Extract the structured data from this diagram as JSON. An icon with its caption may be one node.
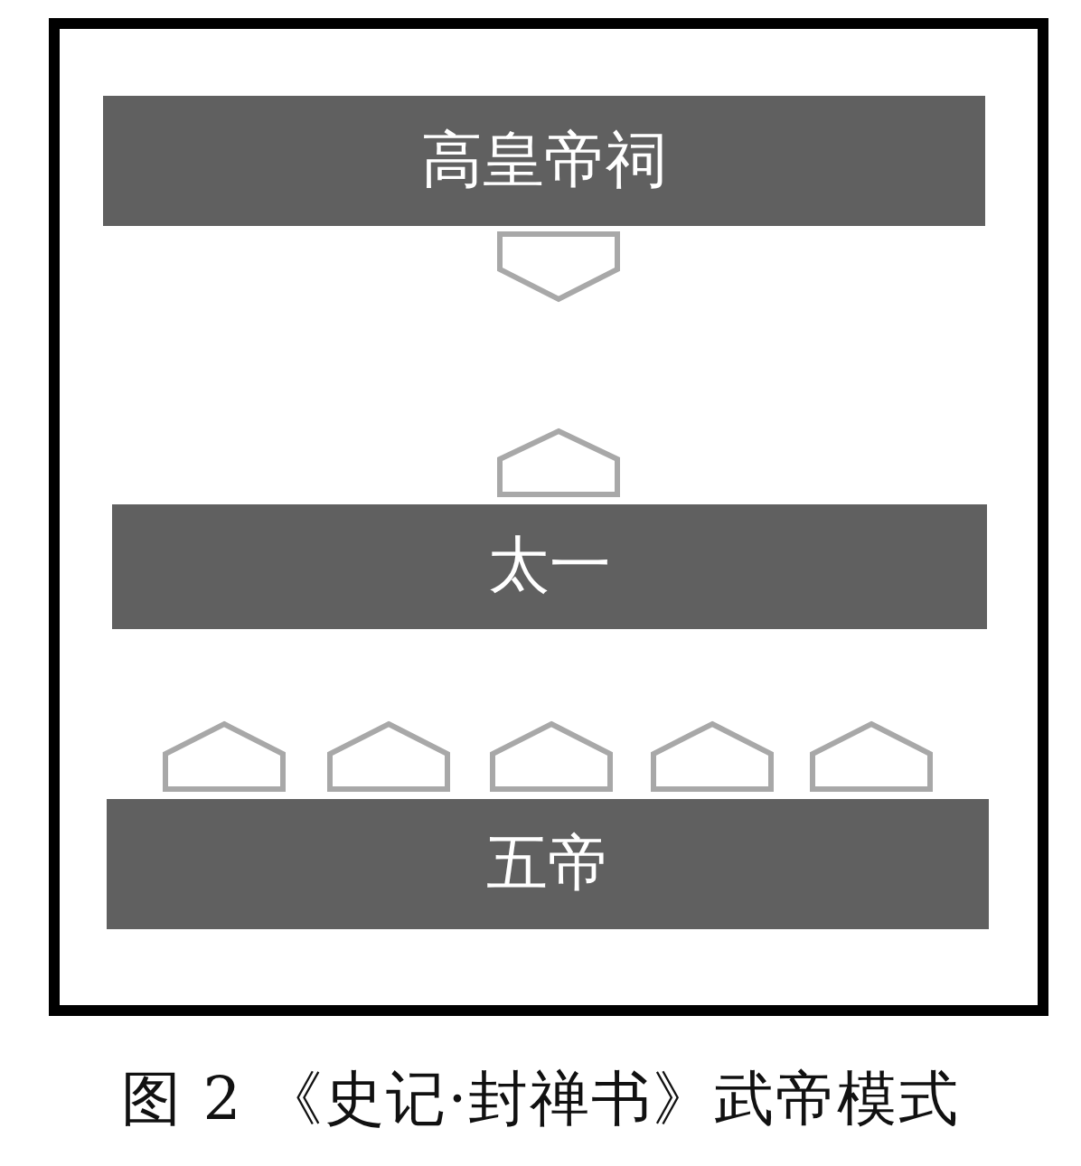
{
  "diagram": {
    "caption": "图 2 《史记·封禅书》武帝模式",
    "nodes": [
      {
        "text": [
          "高皇帝祠"
        ]
      },
      {
        "text": [],
        "shape": "pentagon"
      },
      {
        "text": [],
        "shape": "pentagon"
      },
      {
        "text": [
          "太一"
        ]
      },
      {
        "text": [],
        "shape": "pentagon"
      },
      {
        "text": [],
        "shape": "pentagon"
      },
      {
        "text": [],
        "shape": "pentagon"
      },
      {
        "text": [],
        "shape": "pentagon"
      },
      {
        "text": [],
        "shape": "pentagon"
      },
      {
        "text": [
          "五帝"
        ]
      }
    ]
  }
}
